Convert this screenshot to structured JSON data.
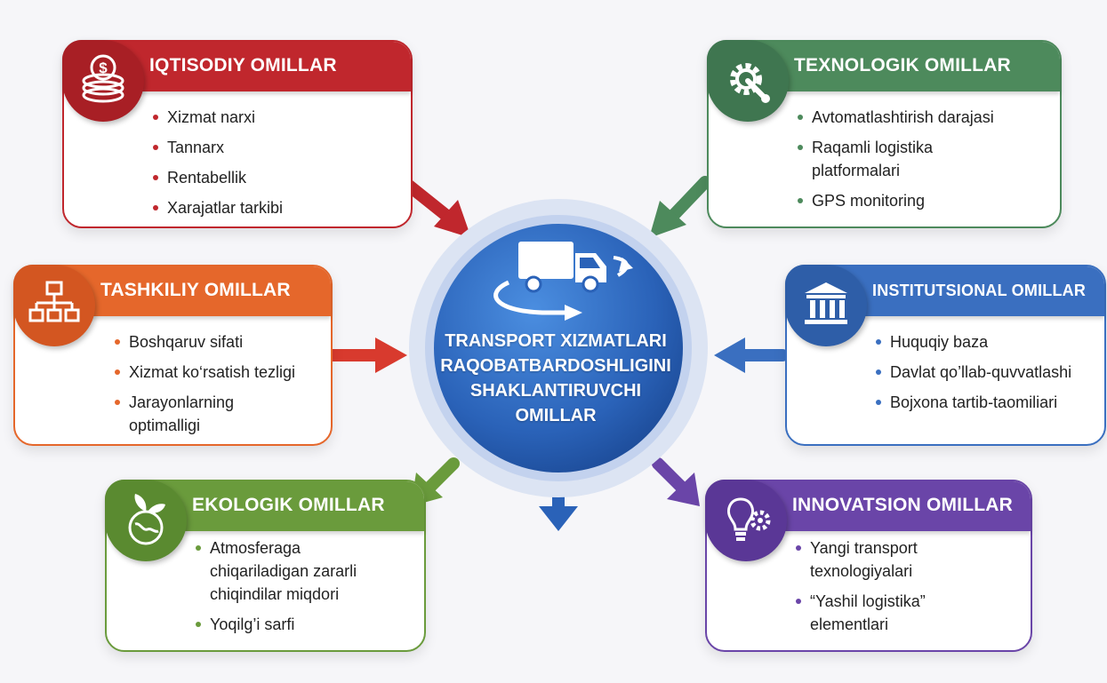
{
  "center": {
    "lines": [
      "TRANSPORT XIZMATLARI",
      "RAQOBATBARDOSHLIGINI",
      "SHAKLANTIRUVCHI",
      "OMILLAR"
    ],
    "icon": "delivery-truck-icon"
  },
  "cards": {
    "iqtisodiy": {
      "title": "IQTISODIY OMILLAR",
      "color": "#c0272d",
      "icon": "coins-icon",
      "items": [
        "Xizmat narxi",
        "Tannarx",
        "Rentabellik",
        "Xarajatlar tarkibi"
      ]
    },
    "texnologik": {
      "title": "TEXNOLOGIK OMILLAR",
      "color": "#4d8a5c",
      "icon": "gear-wrench-icon",
      "items": [
        "Avtomatlashtirish darajasi",
        "Raqamli logistika platformalari",
        "GPS monitoring"
      ]
    },
    "tashkiliy": {
      "title": "TASHKILIY OMILLAR",
      "color": "#e5672b",
      "icon": "org-chart-icon",
      "items": [
        "Boshqaruv sifati",
        "Xizmat ko‘rsatish tezligi",
        "Jarayonlarning optimalligi"
      ]
    },
    "institutsional": {
      "title": "INSTITUTSIONAL OMILLAR",
      "color": "#3a6fc0",
      "icon": "government-building-icon",
      "items": [
        "Huquqiy baza",
        "Davlat qo’llab-quvvatlashi",
        "Bojxona tartib-taomiliari"
      ]
    },
    "ekologik": {
      "title": "EKOLOGIK OMILLAR",
      "color": "#6a9b3c",
      "icon": "globe-leaf-icon",
      "items": [
        "Atmosferaga chiqariladigan zararli chiqindilar miqdori",
        "Yoqilg’i sarfi"
      ]
    },
    "innovatsion": {
      "title": "INNOVATSION OMILLAR",
      "color": "#6a45a8",
      "icon": "lightbulb-gear-icon",
      "items": [
        "Yangi transport texnologiyalari",
        "“Yashil logistika” elementlari"
      ]
    }
  }
}
